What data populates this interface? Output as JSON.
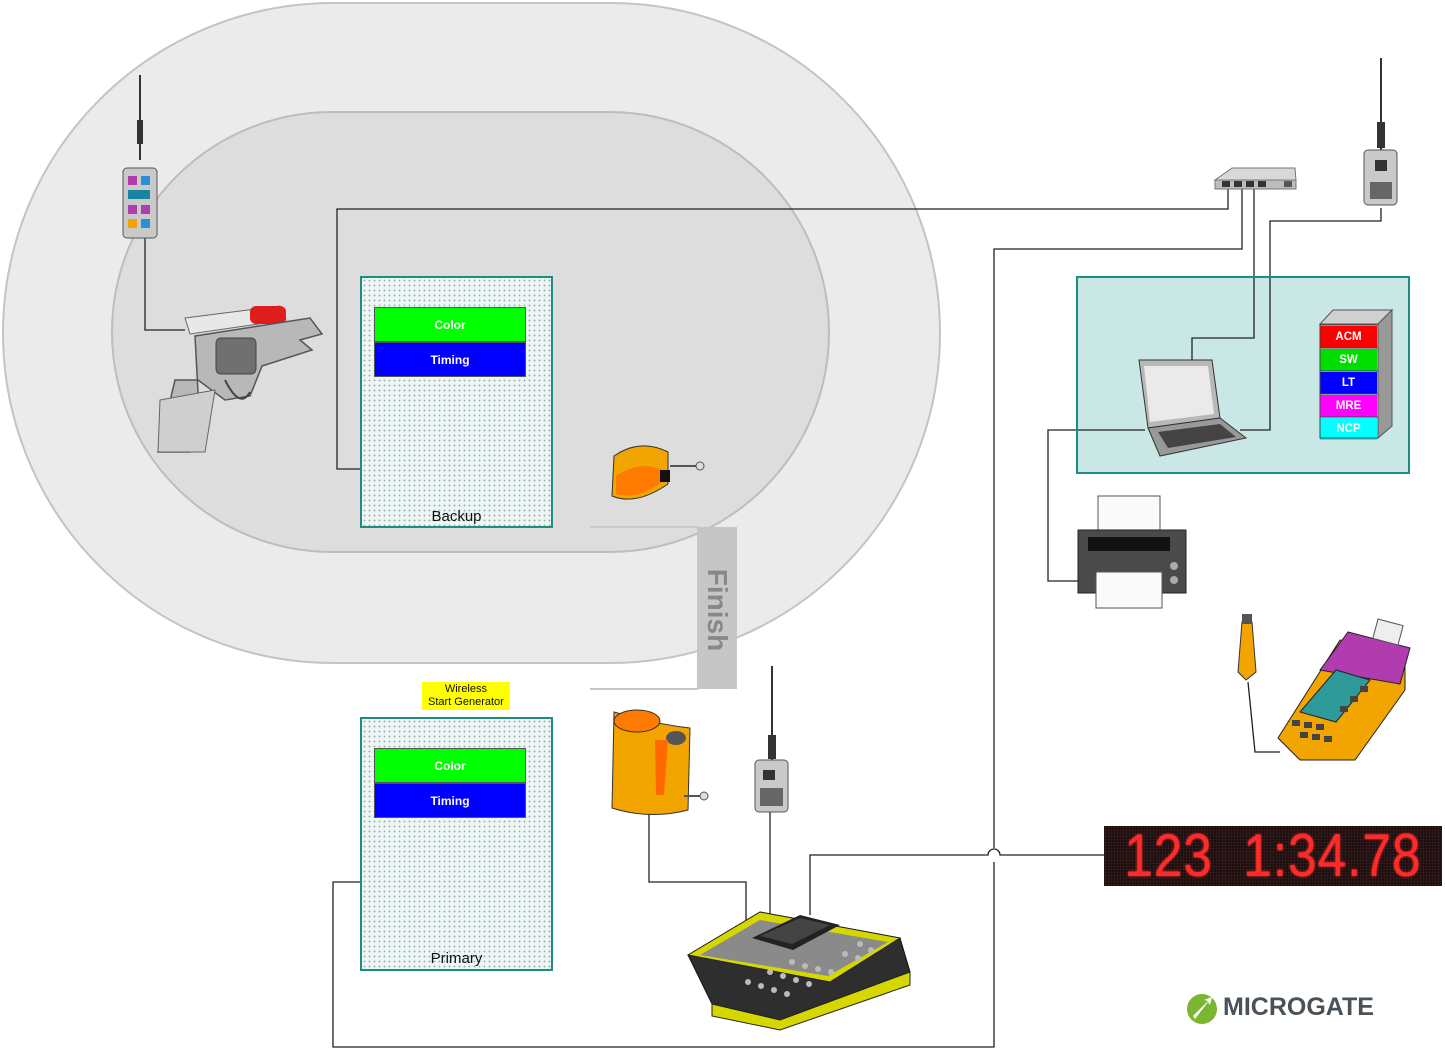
{
  "finish_label": "Finish",
  "backup_camera": {
    "label": "Backup",
    "layers": [
      "Color",
      "Timing"
    ]
  },
  "primary_camera": {
    "label": "Primary",
    "layers": [
      "Color",
      "Timing"
    ]
  },
  "wireless_caption": [
    "Wireless",
    "Start Generator"
  ],
  "software_modules": [
    "ACM",
    "SW",
    "LT",
    "MRE",
    "NCP"
  ],
  "scoreboard_text": "123  1:34.78",
  "brand": "MICROGATE",
  "colors": {
    "color_layer": "#00ff00",
    "timing_layer": "#0000ff",
    "module_acm": "#ff0000",
    "module_sw": "#00dd00",
    "module_lt": "#0000ff",
    "module_mre": "#ff00ff",
    "module_ncp": "#00ffff",
    "brand_green": "#7ab630",
    "scoreboard_red": "#ff2a2a"
  }
}
